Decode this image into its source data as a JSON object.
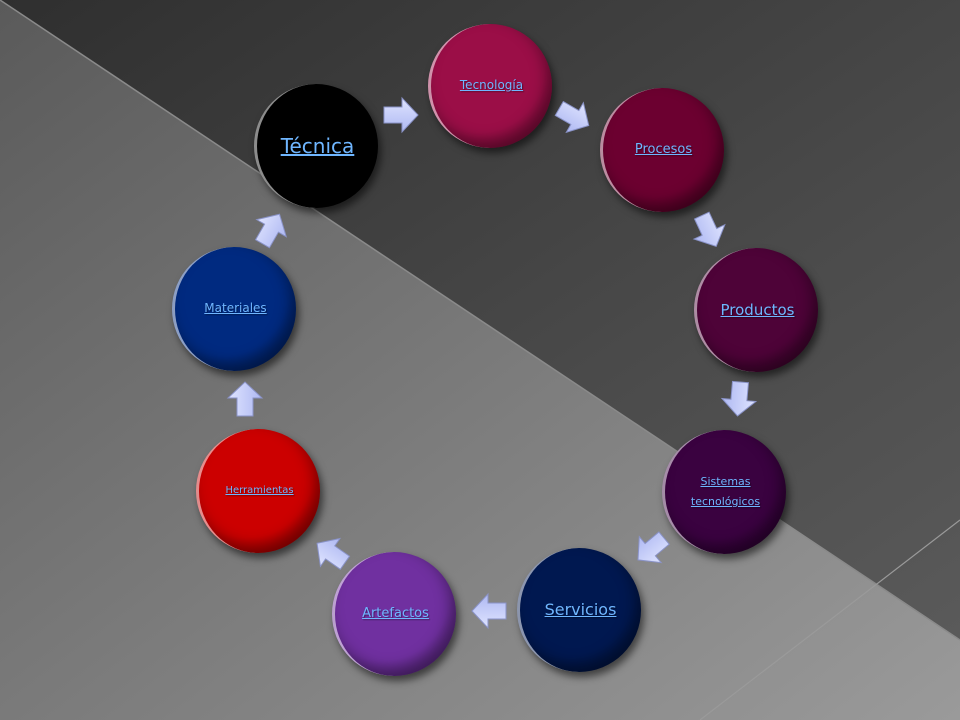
{
  "colors": {
    "background_light": "#6e6e6e",
    "background_dark": "#3a3a3a",
    "link": "#6fb6ff",
    "arrow": "#aeb8f2"
  },
  "nodes": [
    {
      "id": "tecnologia",
      "label": "Tecnología",
      "color": "#9b0e47"
    },
    {
      "id": "procesos",
      "label": "Procesos",
      "color": "#6c0030"
    },
    {
      "id": "productos",
      "label": "Productos",
      "color": "#4e0338"
    },
    {
      "id": "sistemas",
      "label": "Sistemas tecnológicos",
      "color": "#3a0240"
    },
    {
      "id": "servicios",
      "label": "Servicios",
      "color": "#001850"
    },
    {
      "id": "artefactos",
      "label": "Artefactos",
      "color": "#7030a0"
    },
    {
      "id": "herramientas",
      "label": "Herramientas",
      "color": "#cc0000"
    },
    {
      "id": "materiales",
      "label": "Materiales",
      "color": "#002a80"
    },
    {
      "id": "tecnica",
      "label": "Técnica",
      "color": "#000000"
    }
  ],
  "arrow_icon": "block-arrow-icon"
}
